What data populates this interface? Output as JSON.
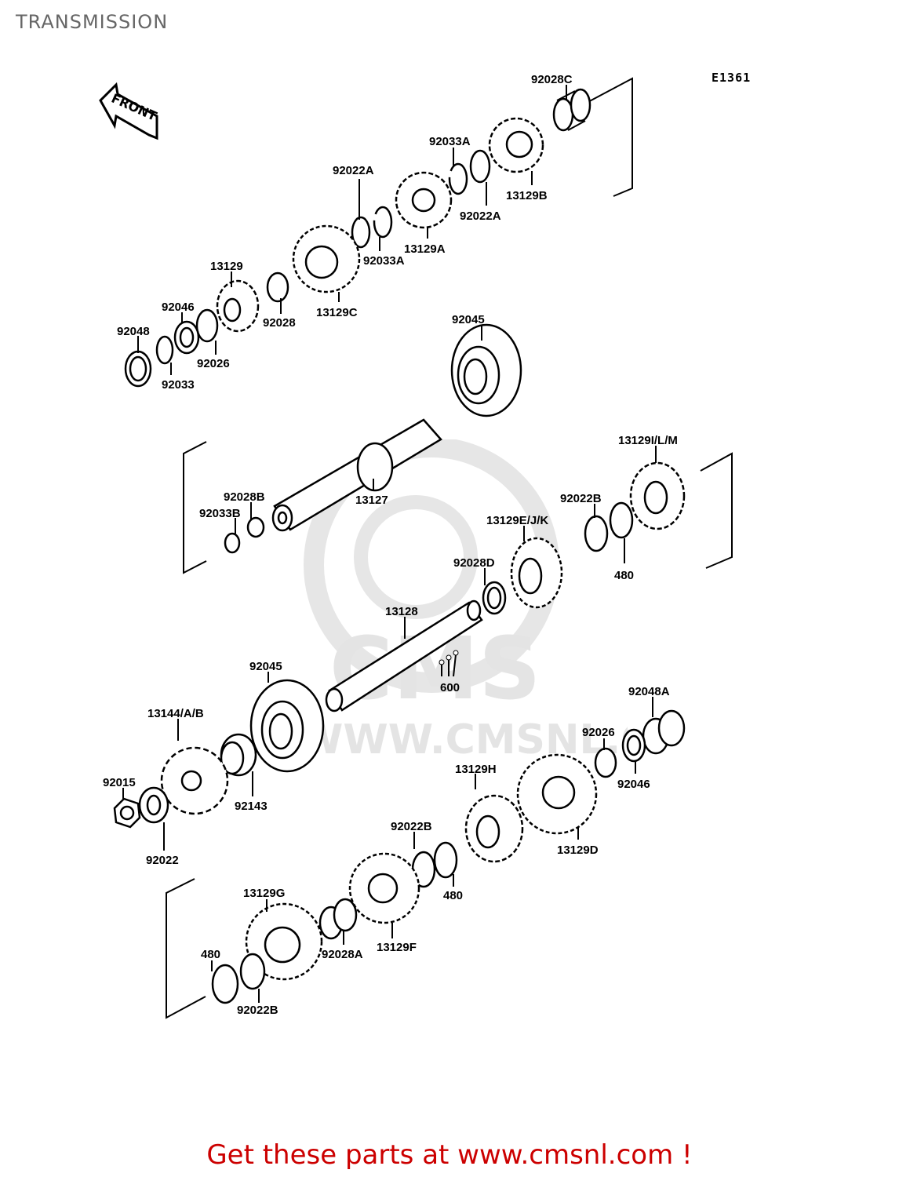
{
  "header": {
    "title": "TRANSMISSION"
  },
  "diagram": {
    "code": "E1361",
    "front_arrow_label": "FRONT",
    "watermark": {
      "text": "WWW.CMSNL.COM",
      "logo": "CMS"
    },
    "parts": [
      {
        "id": "p01",
        "label": "92028C"
      },
      {
        "id": "p02",
        "label": "92033A"
      },
      {
        "id": "p03",
        "label": "13129B"
      },
      {
        "id": "p04",
        "label": "92022A"
      },
      {
        "id": "p05",
        "label": "92022A"
      },
      {
        "id": "p06",
        "label": "13129A"
      },
      {
        "id": "p07",
        "label": "92033A"
      },
      {
        "id": "p08",
        "label": "13129"
      },
      {
        "id": "p09",
        "label": "92028"
      },
      {
        "id": "p10",
        "label": "13129C"
      },
      {
        "id": "p11",
        "label": "92046"
      },
      {
        "id": "p12",
        "label": "92048"
      },
      {
        "id": "p13",
        "label": "92026"
      },
      {
        "id": "p14",
        "label": "92033"
      },
      {
        "id": "p15",
        "label": "92045"
      },
      {
        "id": "p16",
        "label": "13129I/L/M"
      },
      {
        "id": "p17",
        "label": "92028B"
      },
      {
        "id": "p18",
        "label": "92033B"
      },
      {
        "id": "p19",
        "label": "13127"
      },
      {
        "id": "p20",
        "label": "92022B"
      },
      {
        "id": "p21",
        "label": "13129E/J/K"
      },
      {
        "id": "p22",
        "label": "92028D"
      },
      {
        "id": "p23",
        "label": "480"
      },
      {
        "id": "p24",
        "label": "13128"
      },
      {
        "id": "p25",
        "label": "92045"
      },
      {
        "id": "p26",
        "label": "600"
      },
      {
        "id": "p27",
        "label": "92048A"
      },
      {
        "id": "p28",
        "label": "13144/A/B"
      },
      {
        "id": "p29",
        "label": "92026"
      },
      {
        "id": "p30",
        "label": "92015"
      },
      {
        "id": "p31",
        "label": "92143"
      },
      {
        "id": "p32",
        "label": "92046"
      },
      {
        "id": "p33",
        "label": "13129H"
      },
      {
        "id": "p34",
        "label": "92022"
      },
      {
        "id": "p35",
        "label": "92022B"
      },
      {
        "id": "p36",
        "label": "13129D"
      },
      {
        "id": "p37",
        "label": "480"
      },
      {
        "id": "p38",
        "label": "13129G"
      },
      {
        "id": "p39",
        "label": "92028A"
      },
      {
        "id": "p40",
        "label": "13129F"
      },
      {
        "id": "p41",
        "label": "480"
      },
      {
        "id": "p42",
        "label": "92022B"
      }
    ]
  },
  "footer": {
    "cta": "Get these parts at www.cmsnl.com !",
    "color": "#cc0000"
  }
}
